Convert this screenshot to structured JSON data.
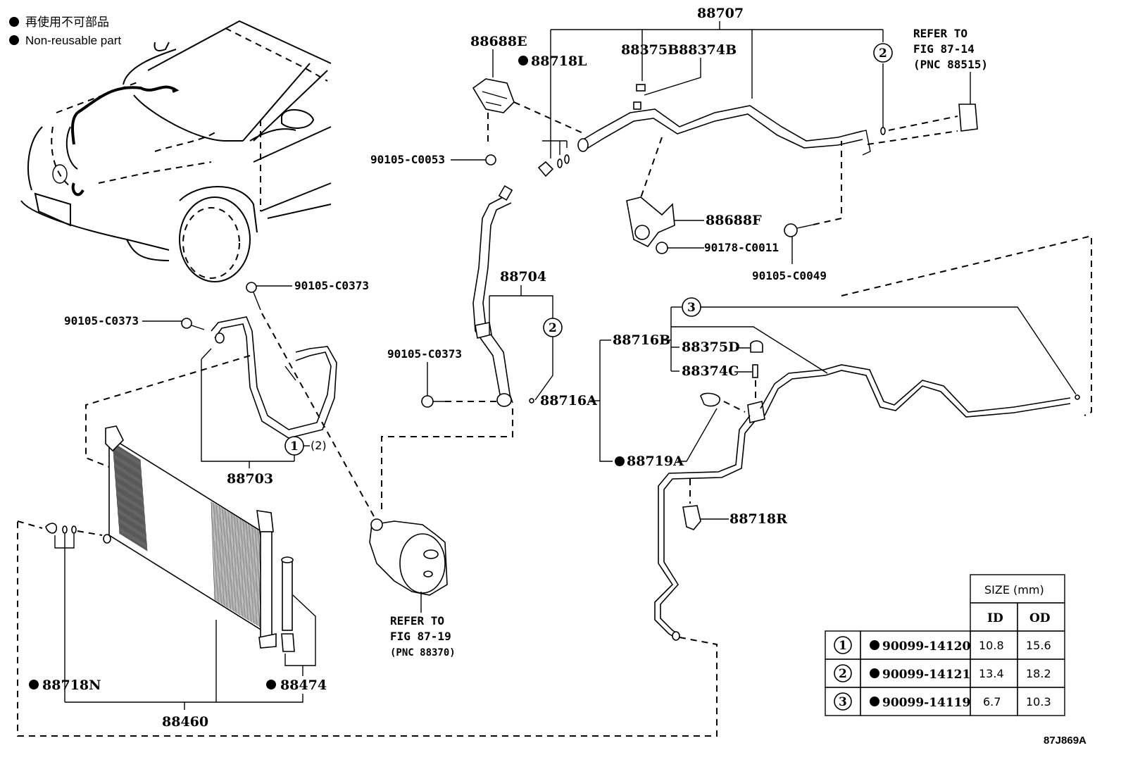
{
  "legend": {
    "jp_text": "再使用不可部品",
    "en_text": "Non-reusable part",
    "marker": "filled-circle"
  },
  "parts": {
    "p88707": "88707",
    "p88688E": "88688E",
    "p88718L": "88718L",
    "p88375B": "88375B",
    "p88374B": "88374B",
    "p90105_C0053": "90105-C0053",
    "p88688F": "88688F",
    "p90178_C0011": "90178-C0011",
    "p90105_C0049": "90105-C0049",
    "p90105_C0373_a": "90105-C0373",
    "p90105_C0373_b": "90105-C0373",
    "p90105_C0373_c": "90105-C0373",
    "p88704": "88704",
    "p88716A": "88716A",
    "p88716B": "88716B",
    "p88375D": "88375D",
    "p88374C": "88374C",
    "p88719A": "88719A",
    "p88718R": "88718R",
    "p88703": "88703",
    "p88718N": "88718N",
    "p88474": "88474",
    "p88460": "88460"
  },
  "callouts": {
    "c1": "1",
    "c2": "2",
    "c3": "3",
    "c2_paren": "(2)"
  },
  "refs": {
    "ref_top": [
      "REFER TO",
      "FIG 87-14",
      "(PNC 88515)"
    ],
    "ref_bottom": [
      "REFER TO",
      "FIG 87-19",
      "(PNC 88370)"
    ]
  },
  "size_table": {
    "header": "SIZE (mm)",
    "col_id": "ID",
    "col_od": "OD",
    "rows": [
      {
        "ref": "1",
        "part": "90099-14120",
        "id": "10.8",
        "od": "15.6",
        "non_reusable": true
      },
      {
        "ref": "2",
        "part": "90099-14121",
        "id": "13.4",
        "od": "18.2",
        "non_reusable": true
      },
      {
        "ref": "3",
        "part": "90099-14119",
        "id": "6.7",
        "od": "10.3",
        "non_reusable": true
      }
    ]
  },
  "figure_code": "87J869A"
}
